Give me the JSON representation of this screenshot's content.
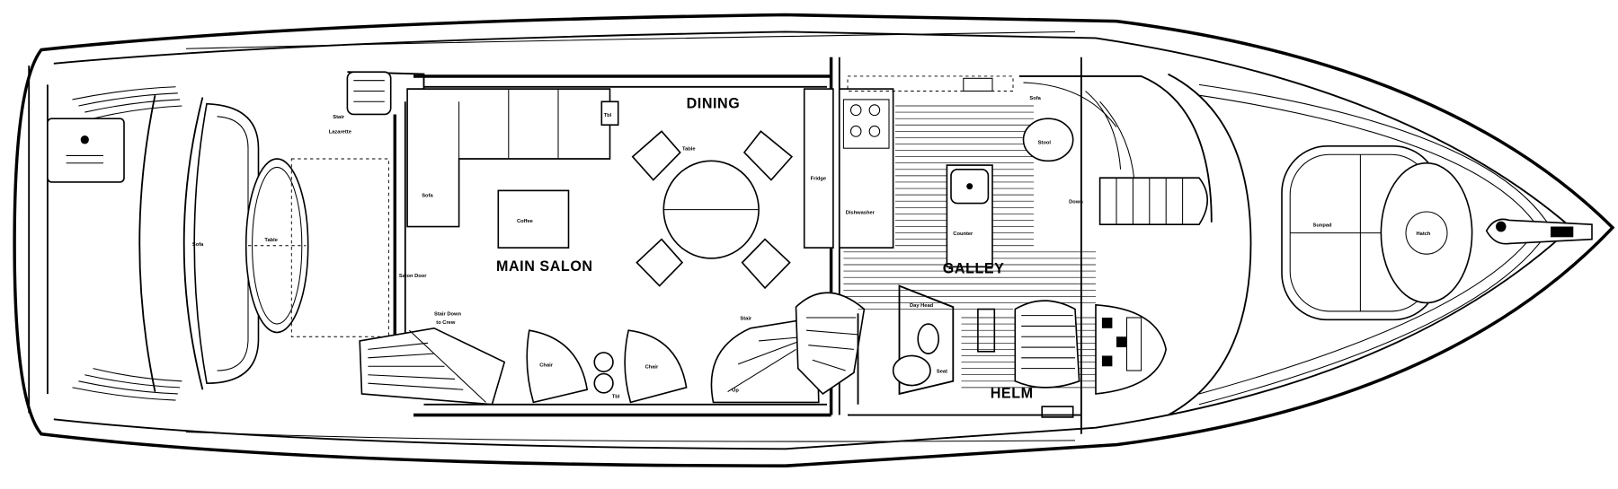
{
  "labels": {
    "dining": "DINING",
    "main_salon": "MAIN SALON",
    "galley": "GALLEY",
    "helm": "HELM"
  }
}
